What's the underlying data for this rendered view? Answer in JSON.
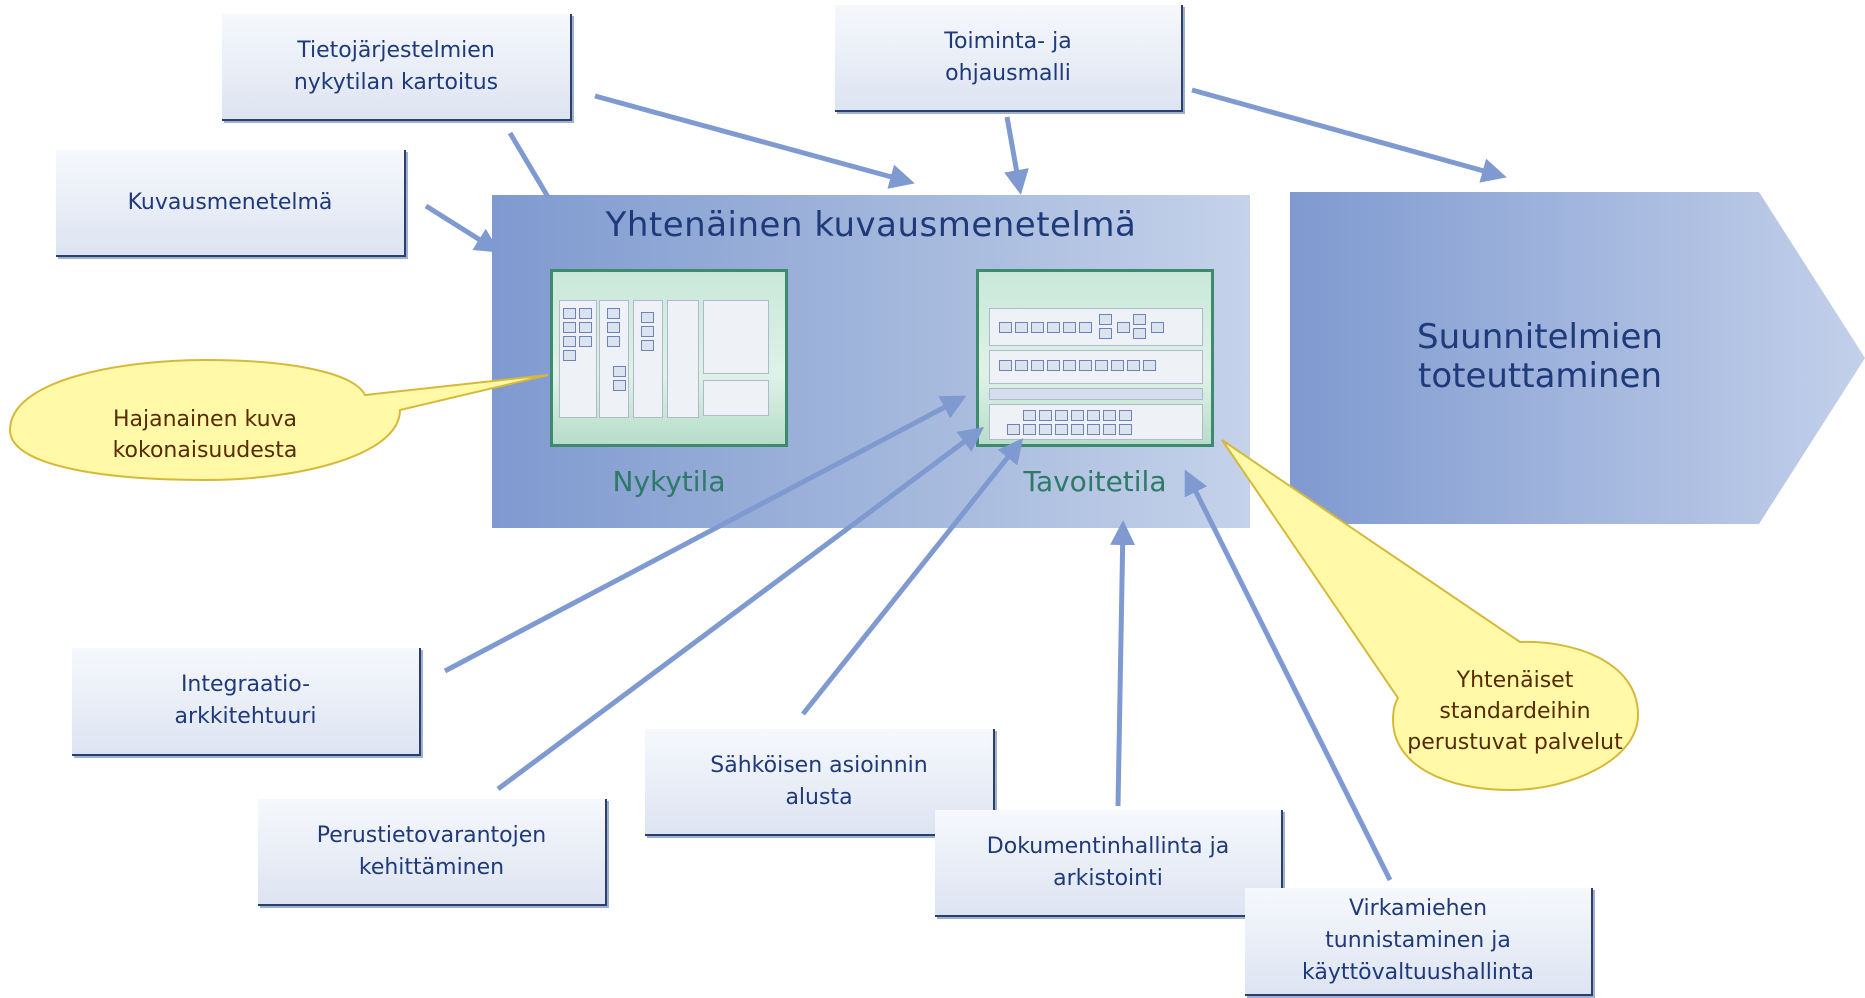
{
  "main": {
    "title": "Yhtenäinen kuvausmenetelmä",
    "current_state_label": "Nykytila",
    "target_state_label": "Tavoitetila"
  },
  "target": {
    "text": "Suunnitelmien\ntoteuttaminen"
  },
  "boxes": {
    "kartoitus": "Tietojärjestelmien\nnykytilan kartoitus",
    "toimintamalli": "Toiminta- ja\nohjausmalli",
    "kuvausmenetelma": "Kuvausmenetelmä",
    "integraatio": "Integraatio-\narkkitehtuuri",
    "perustieto": "Perustietovarantojen\nkehittäminen",
    "sahkoinen": "Sähköisen asioinnin\nalusta",
    "dokumentti": "Dokumentinhallinta ja\narkistointi",
    "virkamies": "Virkamiehen\ntunnistaminen ja\nkäyttövaltuushallinta"
  },
  "callouts": {
    "hajanainen": "Hajanainen kuva\nkokonaisuudesta",
    "yhtenaiset": "Yhtenäiset\nstandardeihin\nperustuvat palvelut"
  },
  "colors": {
    "arrow": "#7f9ad0",
    "panel": "#90a8d6",
    "callout_fill": "#fff9a8",
    "callout_stroke": "#d6b93a",
    "state_border": "#3d8a6e"
  }
}
